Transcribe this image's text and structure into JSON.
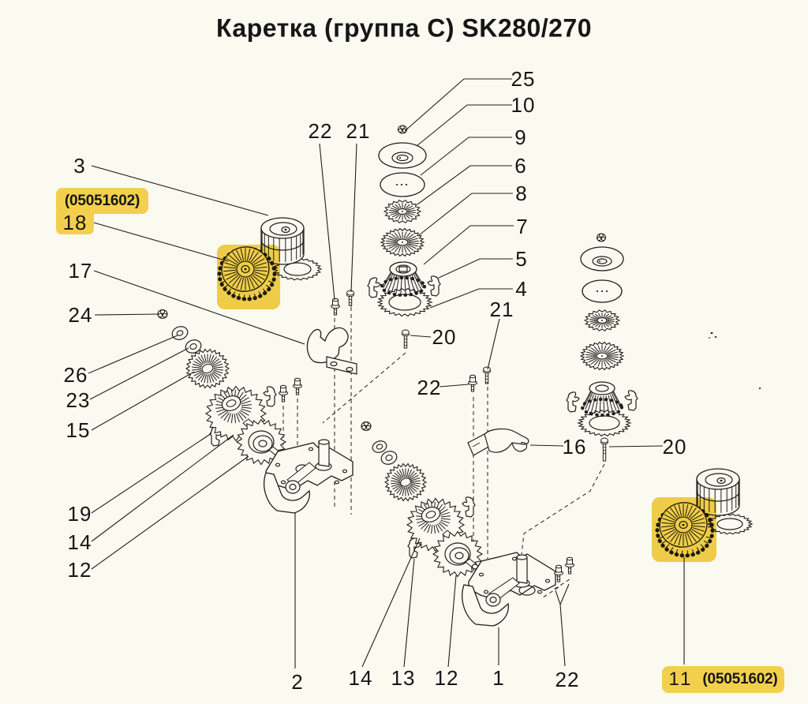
{
  "page": {
    "title": "Каретка (группа C) SK280/270",
    "background_color": "#fbfaf1",
    "line_color": "#1f1f1f",
    "highlight_color": "#f2d04d"
  },
  "highlights": {
    "top": {
      "code": "(05051602)",
      "part": "18"
    },
    "bottom": {
      "part": "11",
      "code": "(05051602)"
    }
  },
  "callouts": {
    "n3": "3",
    "n17": "17",
    "n24": "24",
    "n26": "26",
    "n23": "23",
    "n15": "15",
    "n19": "19",
    "n14_left": "14",
    "n12_left": "12",
    "n22_top": "22",
    "n21_top": "21",
    "n25": "25",
    "n10": "10",
    "n9": "9",
    "n6": "6",
    "n8": "8",
    "n7": "7",
    "n5": "5",
    "n4": "4",
    "n20_mid": "20",
    "n21_mid": "21",
    "n22_mid": "22",
    "n16": "16",
    "n20_right": "20",
    "n2": "2",
    "n14_bottom": "14",
    "n13": "13",
    "n12_bottom": "12",
    "n1": "1",
    "n22_bottom": "22"
  }
}
